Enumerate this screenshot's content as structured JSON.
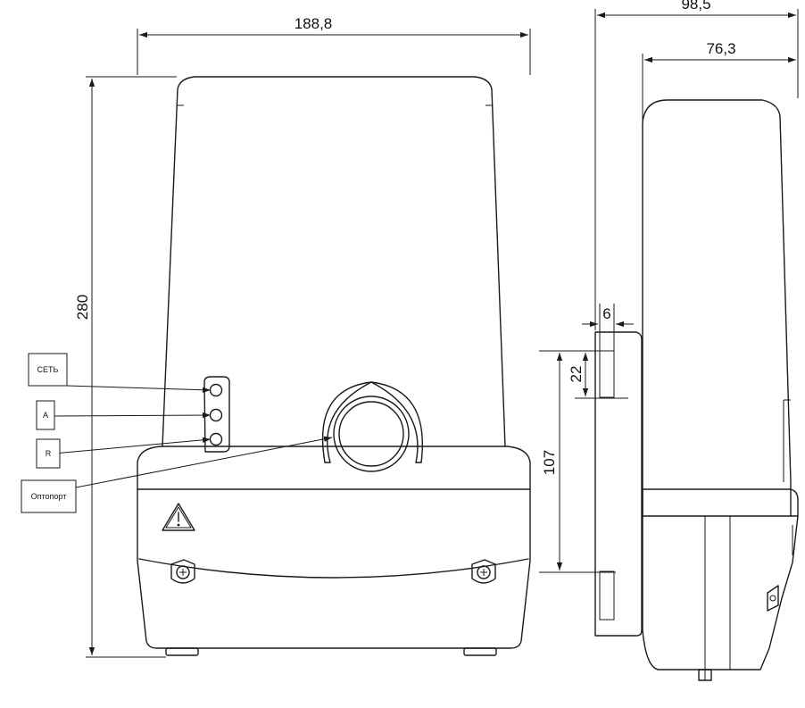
{
  "dimensions": {
    "front_width": "188,8",
    "front_height": "280",
    "side_depth_total": "98,5",
    "side_depth_body": "76,3",
    "bracket_thickness": "6",
    "hole_offset": "22",
    "hole_spacing": "107"
  },
  "labels": {
    "power": "СЕТЬ",
    "indicator_a": "A",
    "indicator_r": "R",
    "optoport": "Оптопорт"
  },
  "icons": {
    "warning": "warning-triangle-icon",
    "screw_left": "screw-icon",
    "screw_right": "screw-icon"
  }
}
